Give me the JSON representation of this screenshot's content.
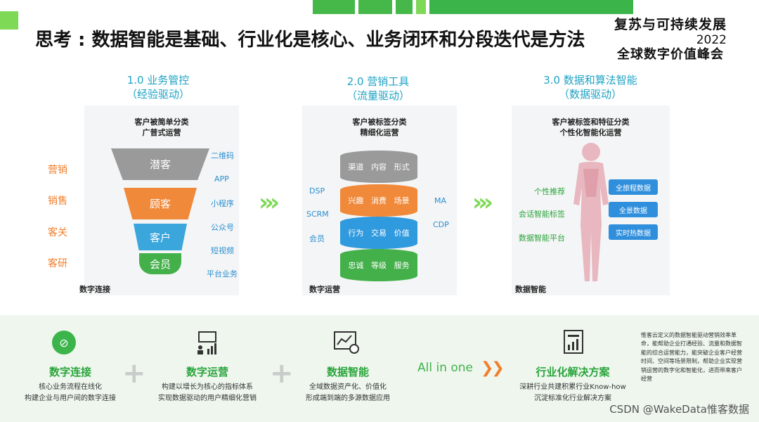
{
  "header": {
    "title": "思考 : 数据智能是基础、行业化是核心、业务闭环和分段迭代是方法",
    "logo_line1": "复苏与可持续发展",
    "logo_line2": "2022",
    "logo_line3": "全球数字价值峰会"
  },
  "stages": [
    {
      "title": "1.0 业务管控",
      "subtitle": "（经验驱动）",
      "caption1": "客户被简单分类",
      "caption2": "广普式运营",
      "left_labels": [
        "营销",
        "销售",
        "客关",
        "客研"
      ],
      "funnel_layers": [
        "潜客",
        "顾客",
        "客户",
        "会员"
      ],
      "right_labels": [
        "二维码",
        "APP",
        "小程序",
        "公众号",
        "短视频",
        "平台业务"
      ],
      "footer": "数字连接"
    },
    {
      "title": "2.0 营销工具",
      "subtitle": "（流量驱动）",
      "caption1": "客户被标签分类",
      "caption2": "精细化运营",
      "left_labels": [
        "DSP",
        "SCRM",
        "会员"
      ],
      "right_labels": [
        "MA",
        "CDP"
      ],
      "cylinders": [
        [
          "渠道",
          "内容",
          "形式"
        ],
        [
          "兴趣",
          "消费",
          "场景"
        ],
        [
          "行为",
          "交易",
          "价值"
        ],
        [
          "忠诚",
          "等级",
          "服务"
        ]
      ],
      "footer": "数字运营"
    },
    {
      "title": "3.0 数据和算法智能",
      "subtitle": "（数据驱动）",
      "caption1": "客户被标签和特征分类",
      "caption2": "个性化智能化运营",
      "left_labels": [
        "个性推荐",
        "会话智能标签",
        "数据智能平台"
      ],
      "right_buttons": [
        "全旅程数据",
        "全景数据",
        "实时热数据"
      ],
      "footer": "数据智能"
    }
  ],
  "bottom": {
    "items": [
      {
        "icon": "link-icon",
        "title": "数字连接",
        "desc1": "核心业务流程在线化",
        "desc2": "构建企业与用户间的数字连接"
      },
      {
        "icon": "team-chart-icon",
        "title": "数字运营",
        "desc1": "构建以增长为核心的指标体系",
        "desc2": "实现数据驱动的用户精细化营销"
      },
      {
        "icon": "analytics-icon",
        "title": "数据智能",
        "desc1": "全域数据资产化、价值化",
        "desc2": "形成端到端的多源数据应用"
      },
      {
        "icon": "document-chart-icon",
        "title": "行业化解决方案",
        "desc1": "深耕行业共建积累行业Know-how",
        "desc2": "沉淀标准化行业解决方案"
      }
    ],
    "all_in_one": "All in one",
    "side_text": "惟客云定义的数据智能驱动营销效率革命，能帮助企业打通经验、流量和数据智能的综合运营能力，能突破企业客户经营时间、空间等场景限制，帮助企业实现营销运营的数字化和智能化，进而带来客户经营",
    "watermark": "CSDN @WakeData惟客数据"
  },
  "colors": {
    "accent_green": "#2aa53b",
    "stage_blue": "#1fa3c4",
    "orange": "#f07f2b",
    "funnel": [
      "#9a9a9a",
      "#f0893a",
      "#3aa6dc",
      "#43b04a"
    ],
    "cylinders": [
      "#9a9a9a",
      "#f0893a",
      "#2f9ade",
      "#43b04a"
    ]
  }
}
